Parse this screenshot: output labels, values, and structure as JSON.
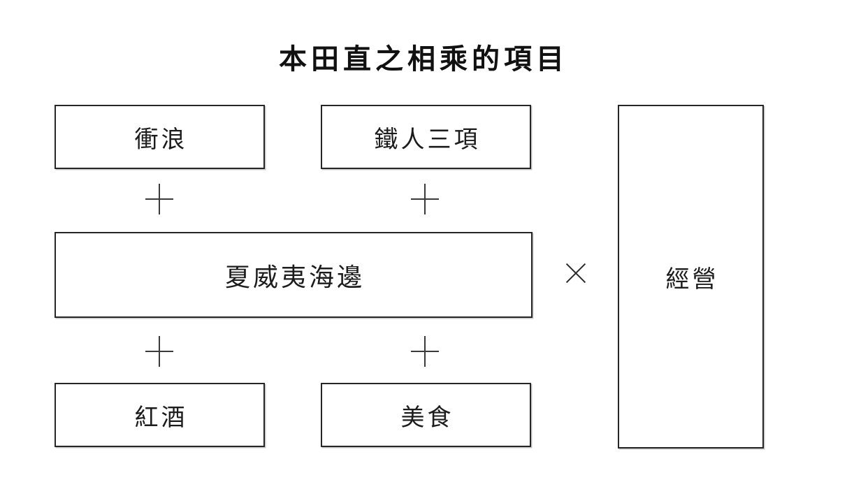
{
  "title": "本田直之相乘的項目",
  "diagram": {
    "boxes": {
      "surf": "衝浪",
      "triathlon": "鐵人三項",
      "hawaii_beach": "夏威夷海邊",
      "red_wine": "紅酒",
      "gourmet_food": "美食",
      "management": "經營"
    },
    "operators": {
      "plus": "+",
      "multiply": "×"
    }
  },
  "colors": {
    "background": "#ffffff",
    "box_border": "#262626",
    "text": "#1a1a1a",
    "operator": "#3a3a3a"
  }
}
